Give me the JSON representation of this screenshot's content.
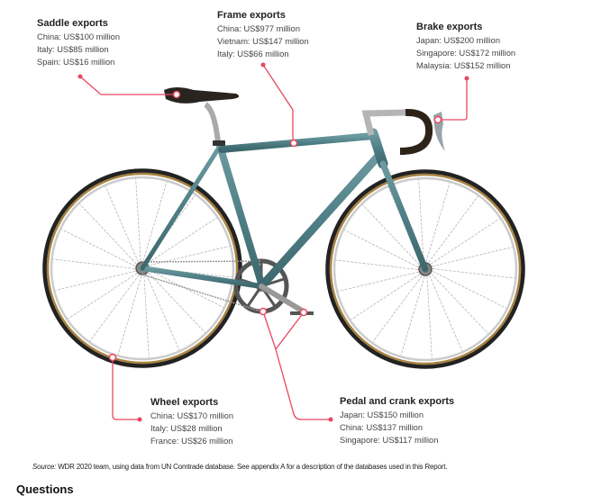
{
  "callouts": {
    "saddle": {
      "title": "Saddle exports",
      "lines": [
        "China: US$100 million",
        "Italy: US$85 million",
        "Spain: US$16 million"
      ]
    },
    "frame": {
      "title": "Frame exports",
      "lines": [
        "China: US$977 million",
        "Vietnam: US$147 million",
        "Italy: US$66 million"
      ]
    },
    "brake": {
      "title": "Brake exports",
      "lines": [
        "Japan: US$200 million",
        "Singapore: US$172 million",
        "Malaysia: US$152 million"
      ]
    },
    "wheel": {
      "title": "Wheel exports",
      "lines": [
        "China: US$170 million",
        "Italy: US$28 million",
        "France: US$26 million"
      ]
    },
    "pedal": {
      "title": "Pedal and crank exports",
      "lines": [
        "Japan: US$150 million",
        "China: US$137 million",
        "Singapore: US$117 million"
      ]
    }
  },
  "source": {
    "label": "Source:",
    "text": "WDR 2020 team, using data from UN Comtrade database. See appendix A for a description of the databases used in this Report."
  },
  "next_heading": "Questions",
  "colors": {
    "callout_line": "#e8475f",
    "frame": "#4f7f86",
    "tire": "#222222",
    "rim": "#a8823f"
  }
}
